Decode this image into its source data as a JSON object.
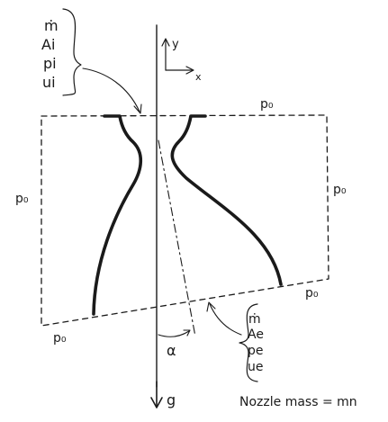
{
  "inlet_labels": {
    "mdot": "ṁ",
    "area": "Ai",
    "pressure": "pi",
    "velocity": "ui"
  },
  "exit_labels": {
    "mdot": "ṁ",
    "area": "Ae",
    "pressure": "pe",
    "velocity": "ue"
  },
  "ambient_pressure_labels": [
    "p₀",
    "p₀",
    "p₀",
    "p₀",
    "p₀"
  ],
  "axis_labels": {
    "y": "y",
    "x": "x"
  },
  "angle_label": "α",
  "gravity_label": "g",
  "nozzle_mass_text": "Nozzle mass = mn"
}
